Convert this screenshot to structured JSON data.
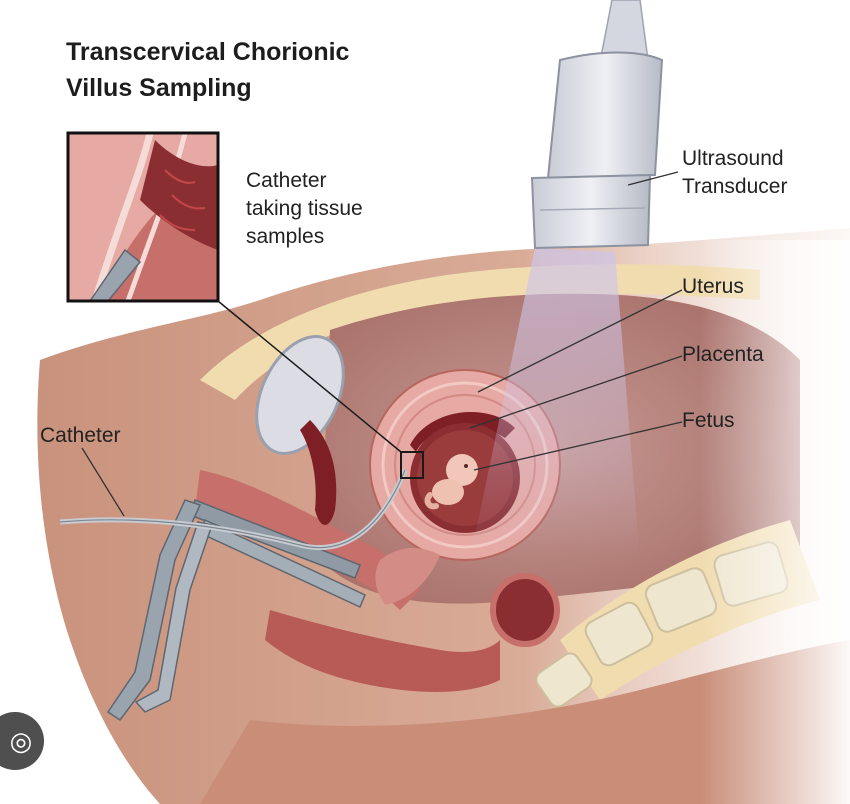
{
  "title": {
    "line1": "Transcervical Chorionic",
    "line2": "Villus Sampling"
  },
  "inset_caption": {
    "line1": "Catheter",
    "line2": "taking tissue",
    "line3": "samples"
  },
  "labels": {
    "transducer_line1": "Ultrasound",
    "transducer_line2": "Transducer",
    "uterus": "Uterus",
    "placenta": "Placenta",
    "fetus": "Fetus",
    "catheter": "Catheter"
  },
  "overlay": {
    "lens_icon": "camera-lens-icon"
  },
  "colors": {
    "skin": "#d4a48f",
    "skin_dark": "#b98370",
    "tissue_pink": "#e6a9a3",
    "muscle": "#c76f6a",
    "deep_red": "#7e1f25",
    "fat_yellow": "#f1dcb0",
    "bone": "#efe6cf",
    "instrument_gray": "#8f9aa4",
    "beam": "#cfc5e8",
    "label_text": "#222222"
  }
}
